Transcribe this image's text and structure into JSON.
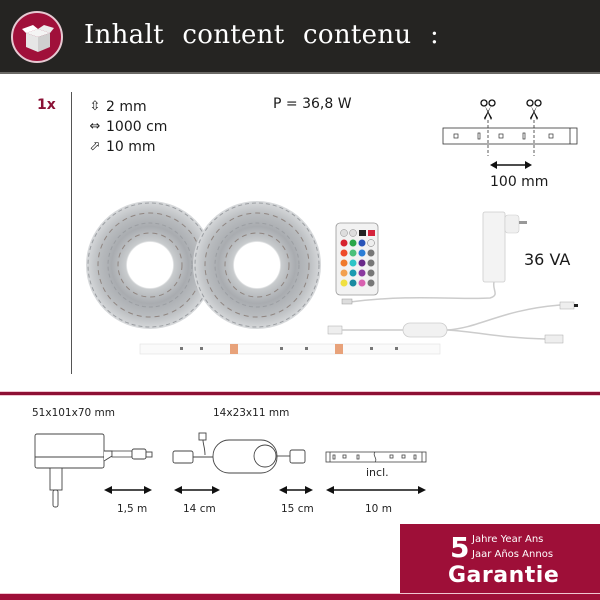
{
  "header": {
    "icon": "open-box-icon",
    "title": "Inhalt  content  contenu :"
  },
  "contents": {
    "quantity": "1x",
    "specs": [
      {
        "icon": "height-arrow-icon",
        "glyph": "⇳",
        "value": "2 mm"
      },
      {
        "icon": "length-arrow-icon",
        "glyph": "⇔",
        "value": "1000 cm"
      },
      {
        "icon": "width-arrow-icon",
        "glyph": "⬀",
        "value": "10 mm"
      }
    ],
    "power": "P = 36,8 W",
    "cut_interval": "100 mm",
    "power_supply_rating": "36 VA"
  },
  "components": {
    "power_supply": {
      "dimensions": "51x101x70 mm",
      "cable_length": "1,5 m"
    },
    "controller": {
      "dimensions": "14x23x11 mm",
      "cable_in": "14 cm",
      "cable_out": "15 cm"
    },
    "strip": {
      "note": "incl.",
      "length": "10 m"
    }
  },
  "guarantee": {
    "years": "5",
    "line1": "Jahre Year Ans",
    "line2": "Jaar Años Annos",
    "label": "Garantie"
  },
  "colors": {
    "brand_crimson": "#9e0f38",
    "header_bg": "#252422",
    "quantity_text": "#8b1236"
  }
}
